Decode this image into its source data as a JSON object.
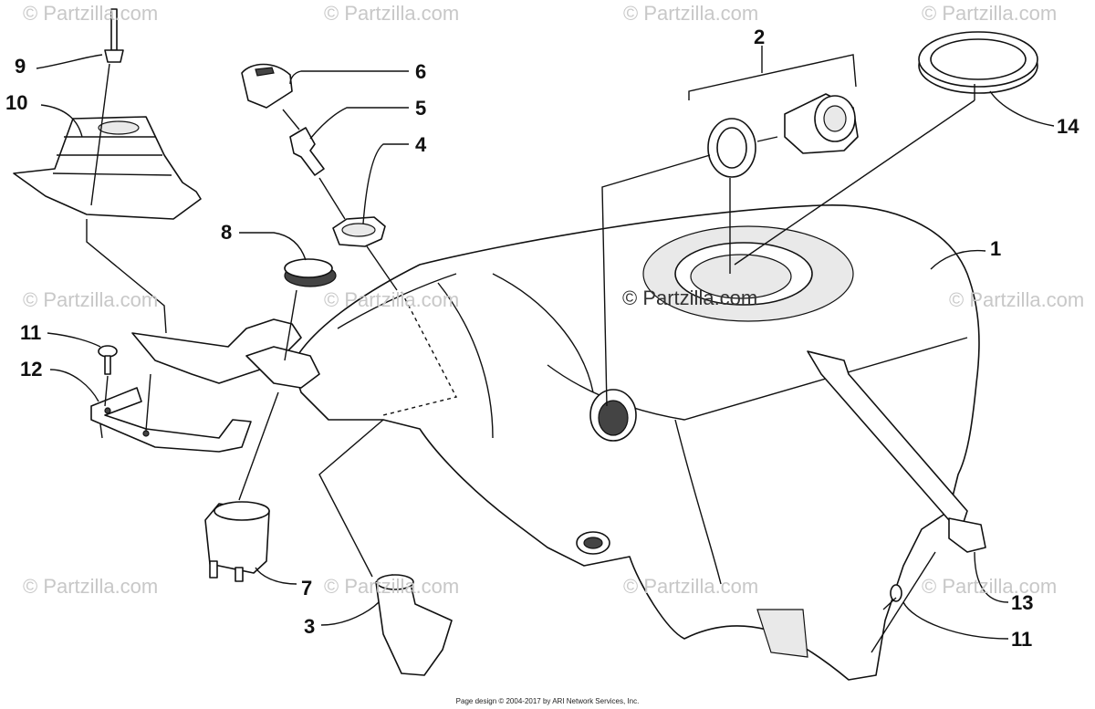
{
  "watermark": "© Partzilla.com",
  "center_watermark": "© Partzilla.com",
  "footer": "Page design © 2004-2017 by ARI Network Services, Inc.",
  "callouts": {
    "c1": "1",
    "c2": "2",
    "c3": "3",
    "c4": "4",
    "c5": "5",
    "c6": "6",
    "c7": "7",
    "c8": "8",
    "c9": "9",
    "c10": "10",
    "c11a": "11",
    "c11b": "11",
    "c12": "12",
    "c13": "13",
    "c14": "14"
  }
}
